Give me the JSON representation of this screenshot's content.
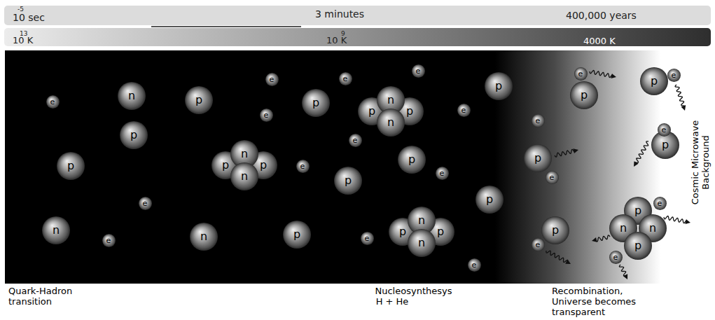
{
  "diagram": {
    "nodes": [
      {
        "text": [
          "e"
        ]
      },
      {
        "text": [
          "n"
        ]
      },
      {
        "text": [
          "p"
        ]
      },
      {
        "text": [
          "p"
        ]
      },
      {
        "text": [
          "e"
        ]
      },
      {
        "text": [
          "n"
        ]
      },
      {
        "text": [
          "e"
        ]
      },
      {
        "text": [
          "p"
        ]
      },
      {
        "text": [
          "n"
        ]
      },
      {
        "text": [
          "e"
        ]
      },
      {
        "text": [
          "e"
        ]
      },
      {
        "text": [
          "p"
        ]
      },
      {
        "text": [
          "p"
        ]
      },
      {
        "text": [
          "n"
        ]
      },
      {
        "text": [
          "n"
        ]
      },
      {
        "text": [
          "e"
        ]
      },
      {
        "text": [
          "p"
        ]
      },
      {
        "text": [
          "p"
        ]
      },
      {
        "text": [
          "e"
        ]
      },
      {
        "text": [
          "e"
        ]
      },
      {
        "text": [
          "p"
        ]
      },
      {
        "text": [
          "e"
        ]
      },
      {
        "text": [
          "p"
        ]
      },
      {
        "text": [
          "p"
        ]
      },
      {
        "text": [
          "n"
        ]
      },
      {
        "text": [
          "n"
        ]
      },
      {
        "text": [
          "e"
        ]
      },
      {
        "text": [
          "p"
        ]
      },
      {
        "text": [
          "e"
        ]
      },
      {
        "text": [
          "p"
        ]
      },
      {
        "text": [
          "p"
        ]
      },
      {
        "text": [
          "n"
        ]
      },
      {
        "text": [
          "n"
        ]
      },
      {
        "text": [
          "e"
        ]
      },
      {
        "text": [
          "e"
        ]
      },
      {
        "text": [
          "p"
        ]
      },
      {
        "text": [
          "p"
        ]
      },
      {
        "text": [
          "e"
        ]
      },
      {
        "text": [
          "p"
        ]
      },
      {
        "text": [
          "e"
        ]
      },
      {
        "text": [
          "p"
        ]
      },
      {
        "text": [
          "e"
        ]
      },
      {
        "text": [
          "e"
        ]
      },
      {
        "text": [
          "p"
        ]
      },
      {
        "text": [
          "p"
        ]
      },
      {
        "text": [
          "e"
        ]
      },
      {
        "text": [
          "p"
        ]
      },
      {
        "text": [
          "e"
        ]
      },
      {
        "text": [
          "p"
        ]
      },
      {
        "text": [
          "n"
        ]
      },
      {
        "text": [
          "n"
        ]
      },
      {
        "text": [
          "p"
        ]
      },
      {
        "text": [
          "e"
        ]
      },
      {
        "text": [
          "e"
        ]
      }
    ],
    "labels": [
      "-5",
      "10 sec",
      "3 minutes",
      "400,000 years",
      "13",
      "10 K",
      "9",
      "10 K",
      "4000 K",
      "Quark-Hadron transition",
      "Nucleosynthesys H + He",
      "Recombination, Universe becomes transparent",
      "Cosmic Microwave Background"
    ]
  }
}
